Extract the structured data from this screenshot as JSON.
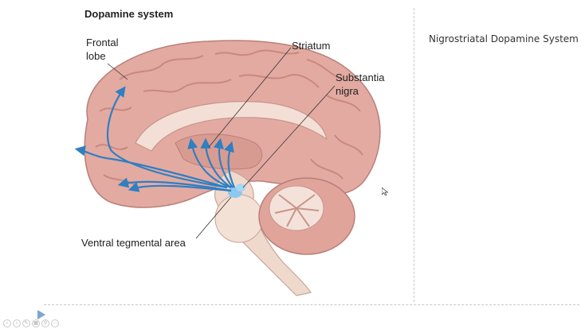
{
  "figure": {
    "title": "Dopamine system",
    "labels": {
      "frontal_lobe": [
        "Frontal",
        "lobe"
      ],
      "striatum": "Striatum",
      "substantia_nigra": [
        "Substantia",
        "nigra"
      ],
      "ventral_tegmental_area": "Ventral tegmental area"
    }
  },
  "side_caption": "Nigrostriatal Dopamine System",
  "colors": {
    "pathway": "#2f7fc1",
    "brain_fill": "#e3aaa2",
    "brain_dark": "#c98880",
    "stem_fill": "#efd9cc"
  },
  "icons": [
    "play-icon",
    "previous-icon",
    "next-icon",
    "pen-icon",
    "slides-icon",
    "zoom-icon",
    "more-icon",
    "cursor-icon"
  ]
}
